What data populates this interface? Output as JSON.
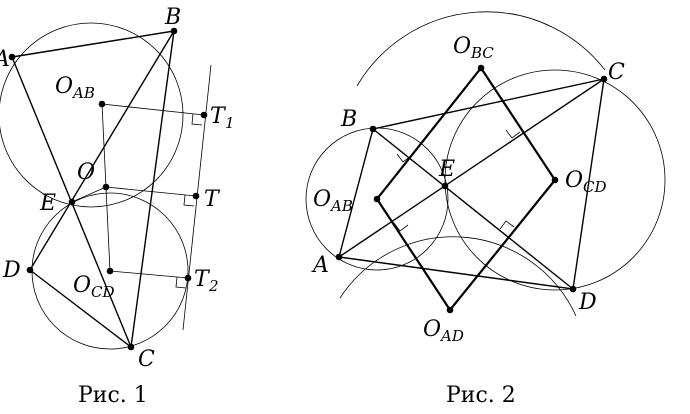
{
  "figure1": {
    "caption": "Рис. 1",
    "labels": {
      "A": "A",
      "B": "B",
      "O_AB_main": "O",
      "O_AB_sub": "AB",
      "T1_main": "T",
      "T1_sub": "1",
      "O": "O",
      "E": "E",
      "T": "T",
      "D": "D",
      "O_CD_main": "O",
      "O_CD_sub": "CD",
      "T2_main": "T",
      "T2_sub": "2",
      "C": "C"
    }
  },
  "figure2": {
    "caption": "Рис. 2",
    "labels": {
      "O_BC_main": "O",
      "O_BC_sub": "BC",
      "C": "C",
      "B": "B",
      "E": "E",
      "O_CD_main": "O",
      "O_CD_sub": "CD",
      "O_AB_main": "O",
      "O_AB_sub": "AB",
      "A": "A",
      "D": "D",
      "O_AD_main": "O",
      "O_AD_sub": "AD"
    }
  }
}
